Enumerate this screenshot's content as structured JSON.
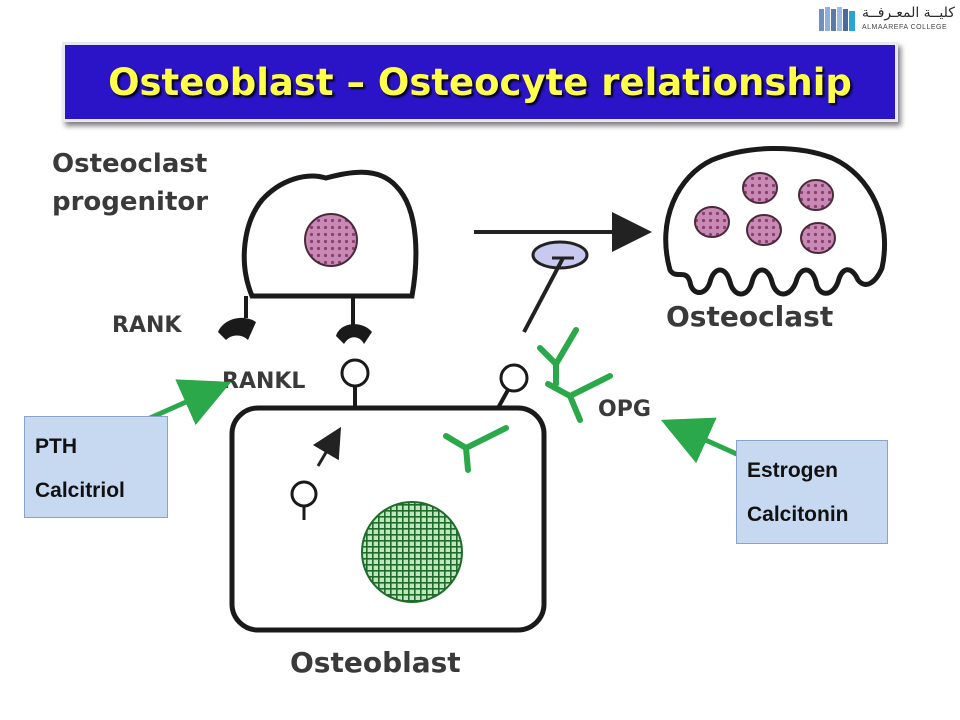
{
  "logo": {
    "arabic_name": "كليــة المعـرفــة",
    "english_name": "ALMAAREFA COLLEGE"
  },
  "title": "Osteoblast – Osteocyte relationship",
  "diagram": {
    "progenitor_label_line1": "Osteoclast",
    "progenitor_label_line2": "progenitor",
    "osteoclast_label": "Osteoclast",
    "rank_label": "RANK",
    "rankl_label": "RANKL",
    "opg_label": "OPG",
    "osteoblast_label": "Osteoblast"
  },
  "callouts": {
    "left": {
      "line1": "PTH",
      "line2": "Calcitriol"
    },
    "right": {
      "line1": "Estrogen",
      "line2": "Calcitonin"
    }
  },
  "colors": {
    "title_background": "#2b14c8",
    "title_text": "#ffff4a",
    "callout_background": "#c6d9f1",
    "green_arrows": "#2aa84a",
    "nucleus": "#b06a9a"
  }
}
